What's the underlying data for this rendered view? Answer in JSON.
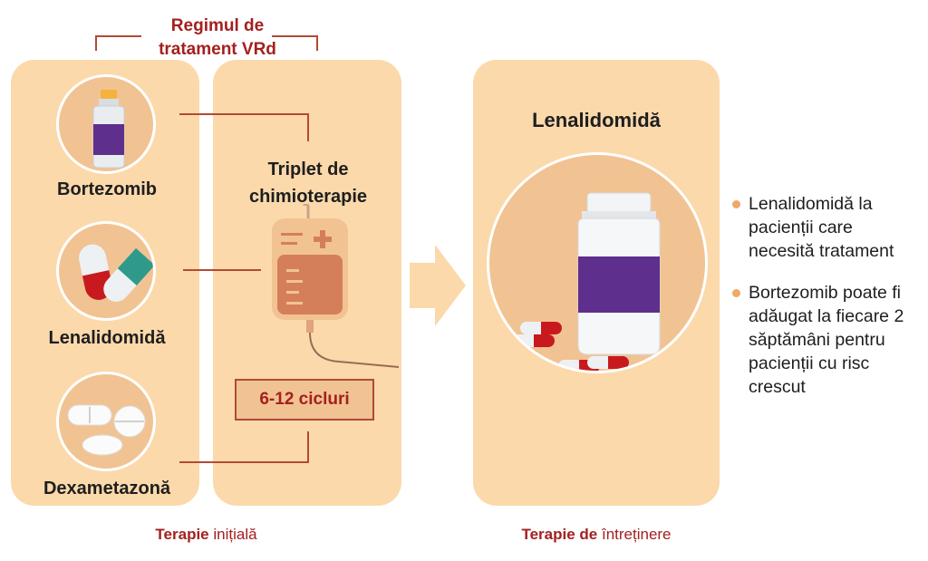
{
  "header": {
    "line1": "Regimul de",
    "line2": "tratament VRd"
  },
  "drugs": [
    {
      "name": "Bortezomib"
    },
    {
      "name": "Lenalidomidă"
    },
    {
      "name": "Dexametazonă"
    }
  ],
  "triplet": {
    "line1": "Triplet de",
    "line2": "chimioterapie",
    "cycles": "6-12 cicluri"
  },
  "maintenance": {
    "title": "Lenalidomidă"
  },
  "bullets": [
    "Lenalidomidă la pacienții care necesită tratament",
    "Bortezomib poate fi adăugat la fiecare 2 săptămâni pentru pacienții cu risc crescut"
  ],
  "footer": {
    "initial_bold": "Terapie",
    "initial_rest": " inițială",
    "maint_bold": "Terapie de",
    "maint_rest": " întreținere"
  },
  "colors": {
    "panel": "#fbd9ab",
    "circle": "#f1c392",
    "accent_red": "#a4201f",
    "purple": "#5e2f8c",
    "connector": "#b24a35"
  }
}
